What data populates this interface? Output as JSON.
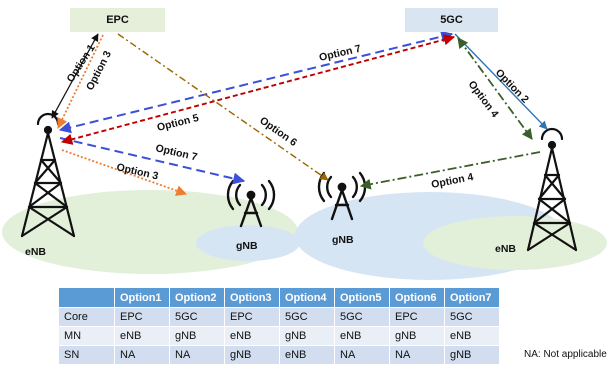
{
  "cores": {
    "epc": "EPC",
    "fivegc": "5GC"
  },
  "nodes": {
    "enb_left": "eNB",
    "gnb_small": "gNB",
    "gnb_center": "gNB",
    "enb_right": "eNB"
  },
  "options": {
    "o1": "Option 1",
    "o2": "Option 2",
    "o3a": "Option 3",
    "o3b": "Option 3",
    "o4a": "Option 4",
    "o4b": "Option 4",
    "o5": "Option 5",
    "o6": "Option 6",
    "o7a": "Option 7",
    "o7b": "Option 7"
  },
  "table": {
    "headers": [
      "",
      "Option1",
      "Option2",
      "Option3",
      "Option4",
      "Option5",
      "Option6",
      "Option7"
    ],
    "rows": [
      [
        "Core",
        "EPC",
        "5GC",
        "EPC",
        "5GC",
        "5GC",
        "EPC",
        "5GC"
      ],
      [
        "MN",
        "eNB",
        "gNB",
        "eNB",
        "gNB",
        "eNB",
        "gNB",
        "eNB"
      ],
      [
        "SN",
        "NA",
        "NA",
        "gNB",
        "eNB",
        "NA",
        "NA",
        "gNB"
      ]
    ]
  },
  "note": "NA: Not applicable",
  "colors": {
    "option1": "#111111",
    "option2": "#2e75b6",
    "option3": "#ed7d31",
    "option4": "#3a5f2a",
    "option5": "#c00000",
    "option6": "#9c6500",
    "option7": "#3b4fd8",
    "enb_area": "#e2efd9",
    "gnb_area": "#d6e5f4",
    "table_header": "#5b9bd5"
  }
}
